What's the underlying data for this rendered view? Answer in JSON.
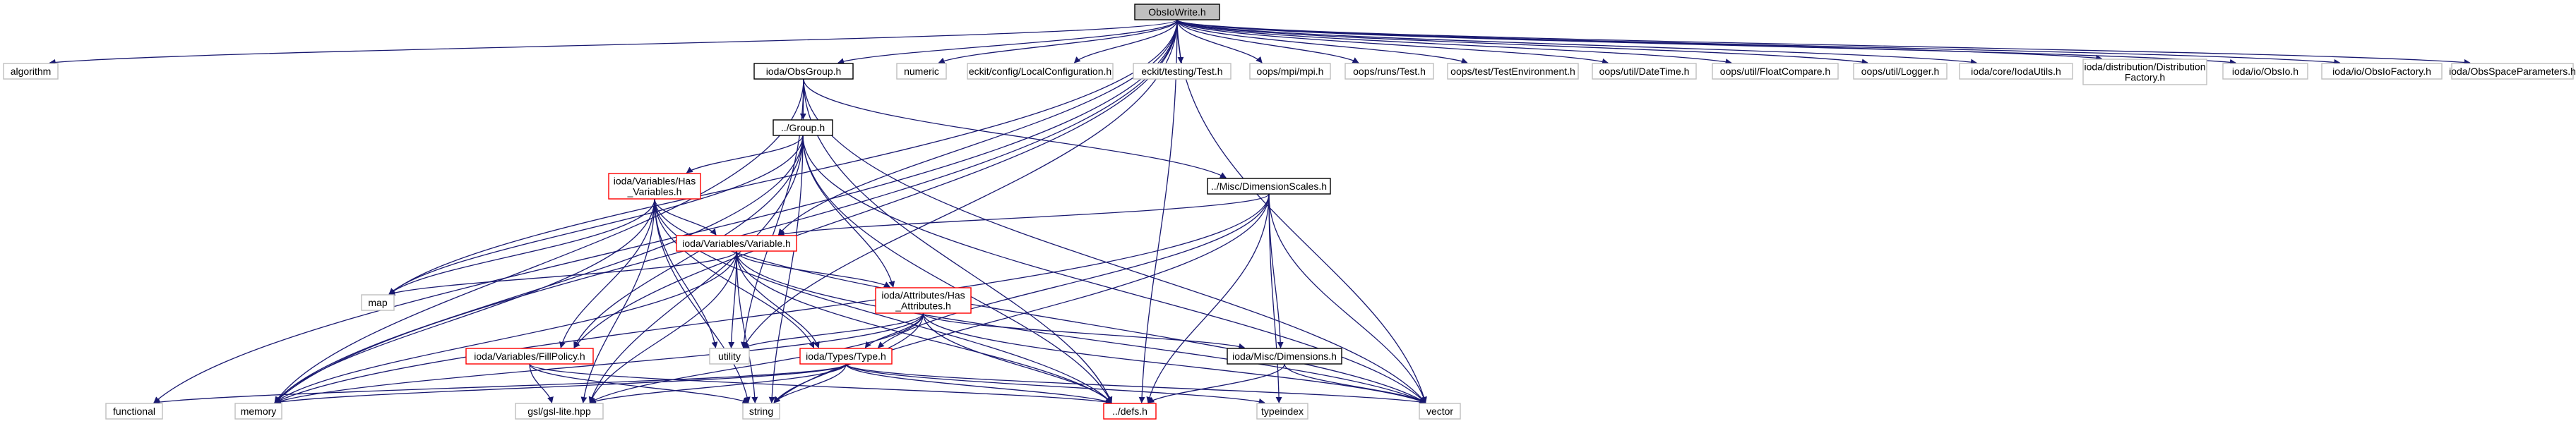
{
  "diagram": {
    "colors": {
      "edge": "#191970",
      "root_fill": "#bfbfbf",
      "root_stroke": "#000000",
      "node_fill": "#ffffff",
      "node_stroke": "#000000",
      "external_stroke": "#bfbfbf",
      "truncated_stroke": "#ff0000"
    },
    "nodes": [
      {
        "id": "root",
        "lines": [
          "ObsIoWrite.h"
        ],
        "kind": "root"
      },
      {
        "id": "algorithm",
        "lines": [
          "algorithm"
        ],
        "kind": "external"
      },
      {
        "id": "obsgroup",
        "lines": [
          "ioda/ObsGroup.h"
        ],
        "kind": "local"
      },
      {
        "id": "numeric",
        "lines": [
          "numeric"
        ],
        "kind": "external"
      },
      {
        "id": "eckit_lc",
        "lines": [
          "eckit/config/LocalConfiguration.h"
        ],
        "kind": "external"
      },
      {
        "id": "eckit_test",
        "lines": [
          "eckit/testing/Test.h"
        ],
        "kind": "external"
      },
      {
        "id": "oops_mpi",
        "lines": [
          "oops/mpi/mpi.h"
        ],
        "kind": "external"
      },
      {
        "id": "oops_runs_test",
        "lines": [
          "oops/runs/Test.h"
        ],
        "kind": "external"
      },
      {
        "id": "oops_testenv",
        "lines": [
          "oops/test/TestEnvironment.h"
        ],
        "kind": "external"
      },
      {
        "id": "oops_datetime",
        "lines": [
          "oops/util/DateTime.h"
        ],
        "kind": "external"
      },
      {
        "id": "oops_float",
        "lines": [
          "oops/util/FloatCompare.h"
        ],
        "kind": "external"
      },
      {
        "id": "oops_logger",
        "lines": [
          "oops/util/Logger.h"
        ],
        "kind": "external"
      },
      {
        "id": "ioda_utils",
        "lines": [
          "ioda/core/IodaUtils.h"
        ],
        "kind": "external"
      },
      {
        "id": "ioda_distfactory",
        "lines": [
          "ioda/distribution/Distribution",
          "Factory.h"
        ],
        "kind": "external"
      },
      {
        "id": "ioda_obsio",
        "lines": [
          "ioda/io/ObsIo.h"
        ],
        "kind": "external"
      },
      {
        "id": "ioda_obsiofactory",
        "lines": [
          "ioda/io/ObsIoFactory.h"
        ],
        "kind": "external"
      },
      {
        "id": "ioda_obsspaceparams",
        "lines": [
          "ioda/ObsSpaceParameters.h"
        ],
        "kind": "external"
      },
      {
        "id": "group",
        "lines": [
          "../Group.h"
        ],
        "kind": "local"
      },
      {
        "id": "dimscales",
        "lines": [
          "../Misc/DimensionScales.h"
        ],
        "kind": "local"
      },
      {
        "id": "hasvars",
        "lines": [
          "ioda/Variables/Has",
          "_Variables.h"
        ],
        "kind": "truncated"
      },
      {
        "id": "variable",
        "lines": [
          "ioda/Variables/Variable.h"
        ],
        "kind": "truncated"
      },
      {
        "id": "map",
        "lines": [
          "map"
        ],
        "kind": "external"
      },
      {
        "id": "hasattrs",
        "lines": [
          "ioda/Attributes/Has",
          "_Attributes.h"
        ],
        "kind": "truncated"
      },
      {
        "id": "utility",
        "lines": [
          "utility"
        ],
        "kind": "external"
      },
      {
        "id": "fillpolicy",
        "lines": [
          "ioda/Variables/FillPolicy.h"
        ],
        "kind": "truncated"
      },
      {
        "id": "types",
        "lines": [
          "ioda/Types/Type.h"
        ],
        "kind": "truncated"
      },
      {
        "id": "dimensions",
        "lines": [
          "ioda/Misc/Dimensions.h"
        ],
        "kind": "local"
      },
      {
        "id": "functional",
        "lines": [
          "functional"
        ],
        "kind": "external"
      },
      {
        "id": "memory",
        "lines": [
          "memory"
        ],
        "kind": "external"
      },
      {
        "id": "gsl",
        "lines": [
          "gsl/gsl-lite.hpp"
        ],
        "kind": "external"
      },
      {
        "id": "string",
        "lines": [
          "string"
        ],
        "kind": "external"
      },
      {
        "id": "defs",
        "lines": [
          "../defs.h"
        ],
        "kind": "truncated"
      },
      {
        "id": "typeindex",
        "lines": [
          "typeindex"
        ],
        "kind": "external"
      },
      {
        "id": "vector",
        "lines": [
          "vector"
        ],
        "kind": "external"
      }
    ],
    "edges": [
      [
        "root",
        "algorithm"
      ],
      [
        "root",
        "obsgroup"
      ],
      [
        "root",
        "numeric"
      ],
      [
        "root",
        "eckit_lc"
      ],
      [
        "root",
        "eckit_test"
      ],
      [
        "root",
        "oops_mpi"
      ],
      [
        "root",
        "oops_runs_test"
      ],
      [
        "root",
        "oops_testenv"
      ],
      [
        "root",
        "oops_datetime"
      ],
      [
        "root",
        "oops_float"
      ],
      [
        "root",
        "oops_logger"
      ],
      [
        "root",
        "ioda_utils"
      ],
      [
        "root",
        "ioda_distfactory"
      ],
      [
        "root",
        "ioda_obsio"
      ],
      [
        "root",
        "ioda_obsiofactory"
      ],
      [
        "root",
        "ioda_obsspaceparams"
      ],
      [
        "root",
        "functional"
      ],
      [
        "root",
        "memory"
      ],
      [
        "root",
        "map"
      ],
      [
        "root",
        "fillpolicy"
      ],
      [
        "root",
        "variable"
      ],
      [
        "root",
        "utility"
      ],
      [
        "root",
        "defs"
      ],
      [
        "root",
        "vector"
      ],
      [
        "obsgroup",
        "group"
      ],
      [
        "obsgroup",
        "dimscales"
      ],
      [
        "obsgroup",
        "memory"
      ],
      [
        "obsgroup",
        "utility"
      ],
      [
        "obsgroup",
        "defs"
      ],
      [
        "obsgroup",
        "vector"
      ],
      [
        "group",
        "hasvars"
      ],
      [
        "group",
        "hasattrs"
      ],
      [
        "group",
        "map"
      ],
      [
        "group",
        "memory"
      ],
      [
        "group",
        "gsl"
      ],
      [
        "group",
        "string"
      ],
      [
        "group",
        "defs"
      ],
      [
        "group",
        "vector"
      ],
      [
        "group",
        "fillpolicy"
      ],
      [
        "hasvars",
        "variable"
      ],
      [
        "hasvars",
        "fillpolicy"
      ],
      [
        "hasvars",
        "types"
      ],
      [
        "hasvars",
        "map"
      ],
      [
        "hasvars",
        "memory"
      ],
      [
        "hasvars",
        "gsl"
      ],
      [
        "hasvars",
        "string"
      ],
      [
        "hasvars",
        "utility"
      ],
      [
        "hasvars",
        "defs"
      ],
      [
        "hasvars",
        "vector"
      ],
      [
        "dimscales",
        "variable"
      ],
      [
        "dimscales",
        "types"
      ],
      [
        "dimscales",
        "dimensions"
      ],
      [
        "dimscales",
        "memory"
      ],
      [
        "dimscales",
        "string"
      ],
      [
        "dimscales",
        "defs"
      ],
      [
        "dimscales",
        "typeindex"
      ],
      [
        "dimscales",
        "vector"
      ],
      [
        "variable",
        "hasattrs"
      ],
      [
        "variable",
        "types"
      ],
      [
        "variable",
        "map"
      ],
      [
        "variable",
        "memory"
      ],
      [
        "variable",
        "gsl"
      ],
      [
        "variable",
        "string"
      ],
      [
        "variable",
        "utility"
      ],
      [
        "variable",
        "defs"
      ],
      [
        "variable",
        "vector"
      ],
      [
        "hasattrs",
        "types"
      ],
      [
        "hasattrs",
        "dimensions"
      ],
      [
        "hasattrs",
        "memory"
      ],
      [
        "hasattrs",
        "gsl"
      ],
      [
        "hasattrs",
        "string"
      ],
      [
        "hasattrs",
        "utility"
      ],
      [
        "hasattrs",
        "defs"
      ],
      [
        "hasattrs",
        "vector"
      ],
      [
        "fillpolicy",
        "gsl"
      ],
      [
        "fillpolicy",
        "string"
      ],
      [
        "fillpolicy",
        "defs"
      ],
      [
        "types",
        "functional"
      ],
      [
        "types",
        "memory"
      ],
      [
        "types",
        "gsl"
      ],
      [
        "types",
        "string"
      ],
      [
        "types",
        "defs"
      ],
      [
        "types",
        "typeindex"
      ],
      [
        "types",
        "vector"
      ],
      [
        "dimensions",
        "defs"
      ],
      [
        "dimensions",
        "vector"
      ]
    ]
  }
}
